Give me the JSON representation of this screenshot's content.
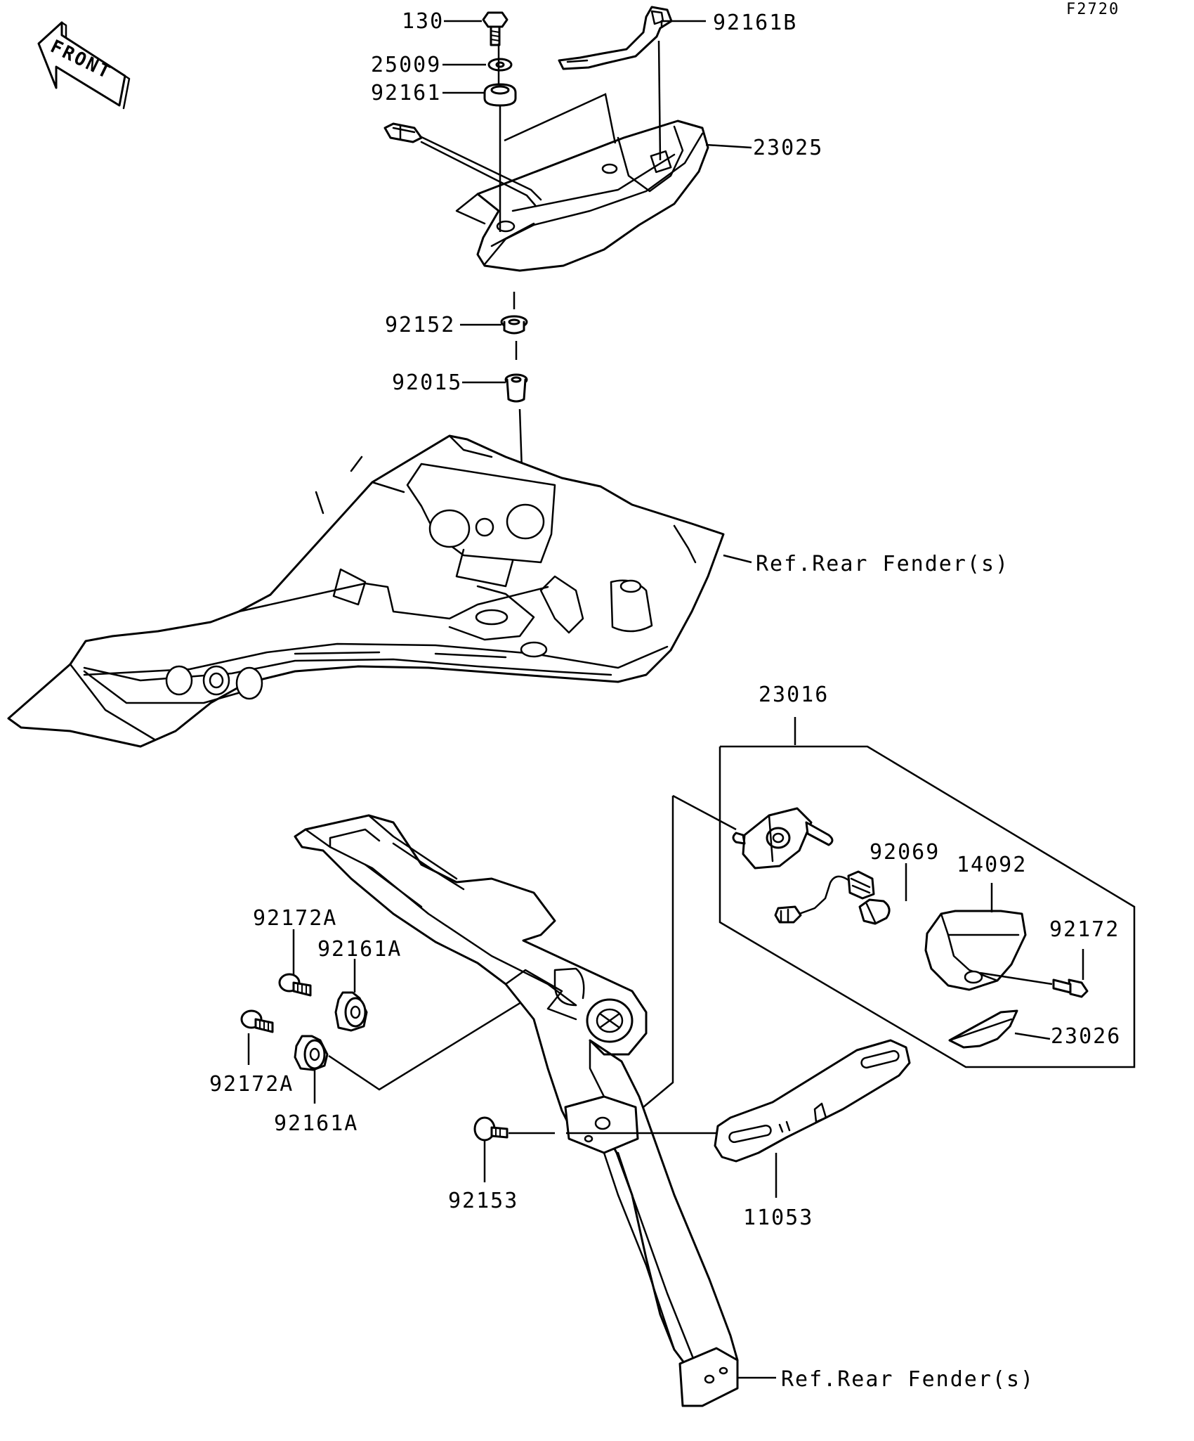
{
  "figure_code": "F2720",
  "direction_arrow": "FRONT",
  "labels": {
    "p130": "130",
    "p92161B": "92161B",
    "p25009": "25009",
    "p92161": "92161",
    "p23025": "23025",
    "p92152": "92152",
    "p92015": "92015",
    "ref_fender_top": "Ref.Rear Fender(s)",
    "p23016": "23016",
    "p92069": "92069",
    "p14092": "14092",
    "p92172": "92172",
    "p23026": "23026",
    "p92172A_top": "92172A",
    "p92161A_top": "92161A",
    "p92172A_bottom": "92172A",
    "p92161A_bottom": "92161A",
    "p92153": "92153",
    "p11053": "11053",
    "ref_fender_bottom": "Ref.Rear Fender(s)"
  }
}
